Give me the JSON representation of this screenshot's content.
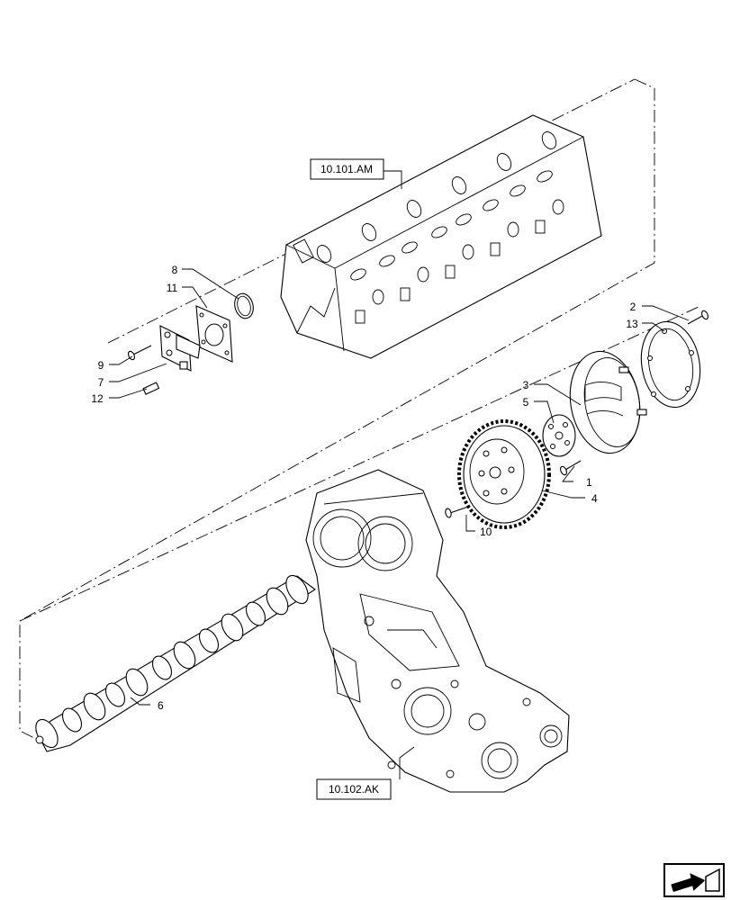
{
  "references": [
    {
      "id": "ref-cylinder-head",
      "label": "10.101.AM"
    },
    {
      "id": "ref-gear-housing",
      "label": "10.102.AK"
    }
  ],
  "callouts": {
    "c1": "1",
    "c2": "2",
    "c3": "3",
    "c4": "4",
    "c5": "5",
    "c6": "6",
    "c7": "7",
    "c8": "8",
    "c9": "9",
    "c10": "10",
    "c11": "11",
    "c12": "12",
    "c13": "13"
  },
  "nav": {
    "icon": "next-page-arrow-icon"
  }
}
